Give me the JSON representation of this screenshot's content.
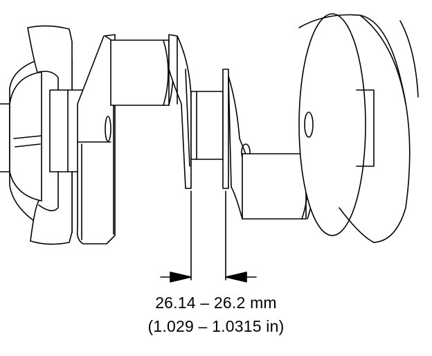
{
  "figure": {
    "subject": "crankshaft thrust journal width measurement",
    "line_color": "#000000",
    "background": "#ffffff"
  },
  "dimension": {
    "metric": "26.14 – 26.2 mm",
    "imperial": "(1.029 – 1.0315 in)"
  }
}
